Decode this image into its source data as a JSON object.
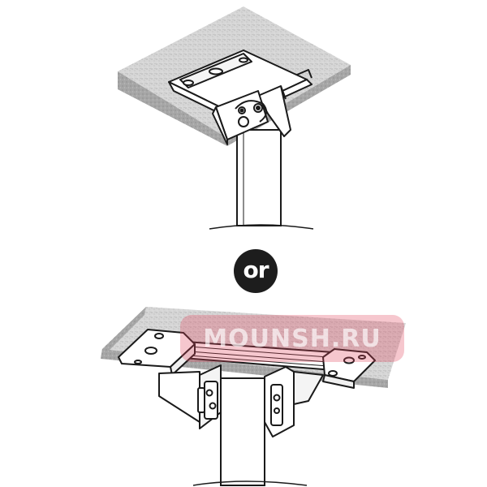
{
  "diagram": {
    "separator_label": "or",
    "watermark_text": "MOUNSH.RU",
    "colors": {
      "line": "#1a1a1a",
      "ceiling_top": "#d8d8d8",
      "ceiling_edge": "#a9a9a9",
      "bracket": "#ffffff",
      "watermark": "#e2465c"
    },
    "options": [
      {
        "id": "top",
        "icon": "tilting-ceiling-mount-illustration"
      },
      {
        "id": "bottom",
        "icon": "flat-ceiling-plate-mount-illustration"
      }
    ]
  }
}
